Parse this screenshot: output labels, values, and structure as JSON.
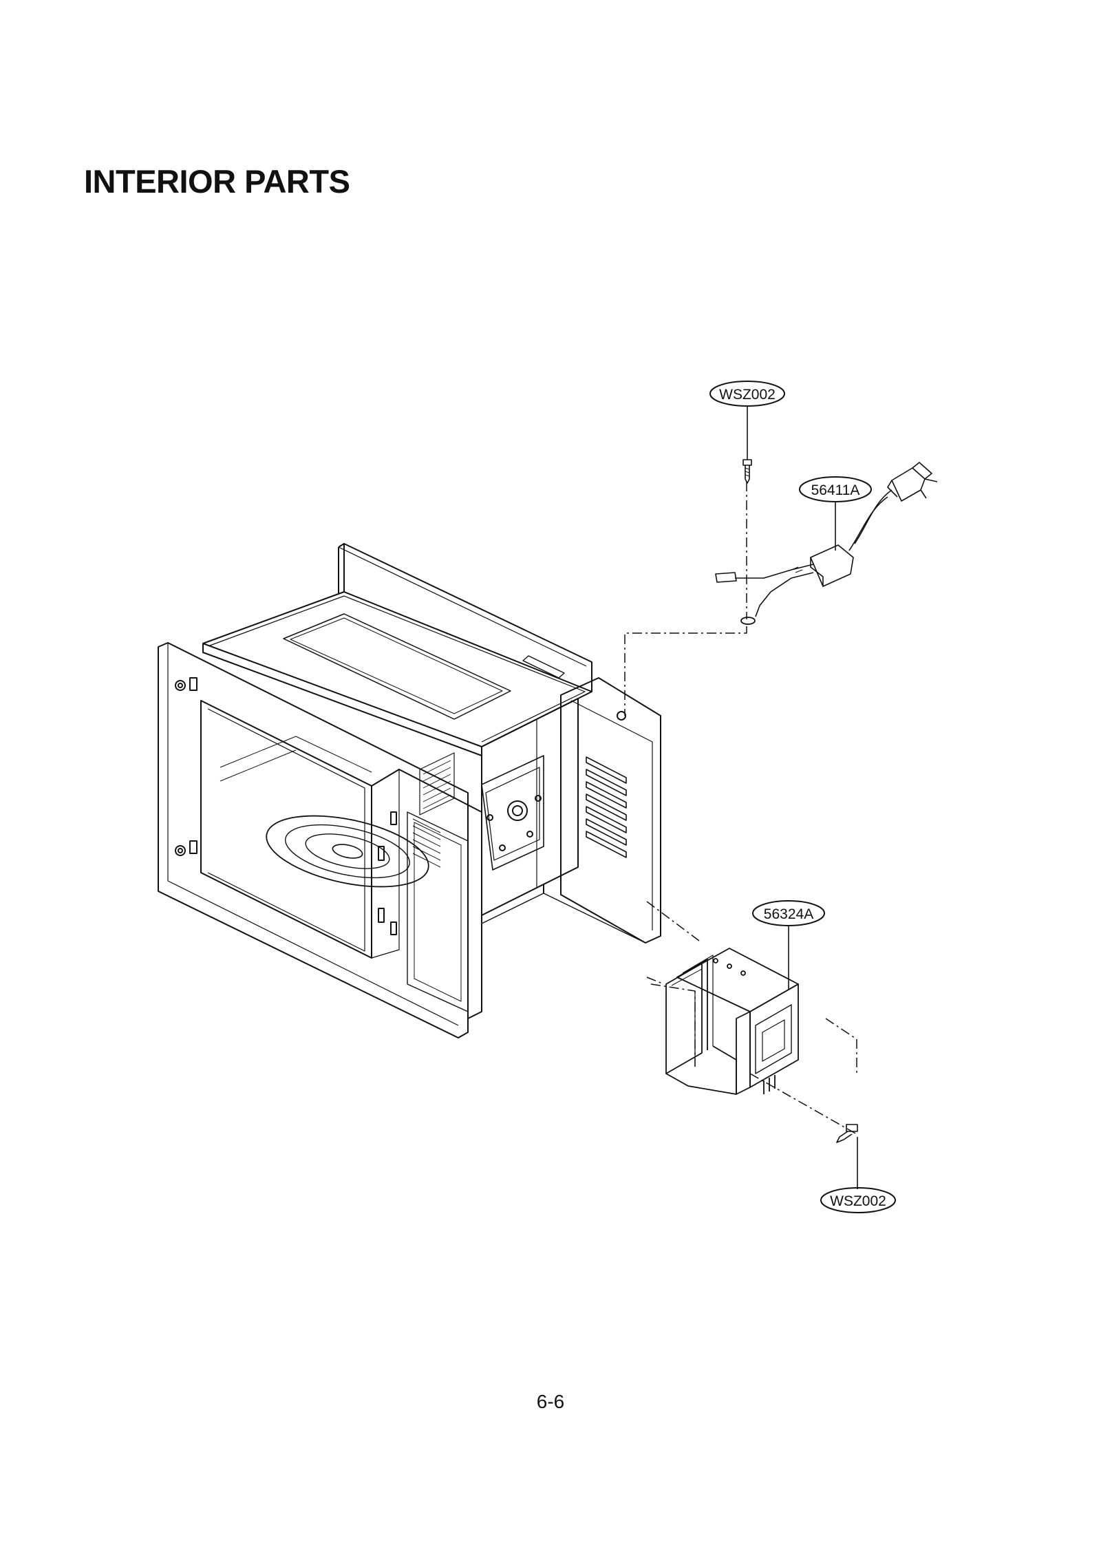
{
  "page": {
    "title": "INTERIOR PARTS",
    "page_number": "6-6"
  },
  "callouts": [
    {
      "id": "screw-top",
      "label": "WSZ002"
    },
    {
      "id": "power-cord",
      "label": "56411A"
    },
    {
      "id": "transformer",
      "label": "56324A"
    },
    {
      "id": "screw-bottom",
      "label": "WSZ002"
    }
  ]
}
